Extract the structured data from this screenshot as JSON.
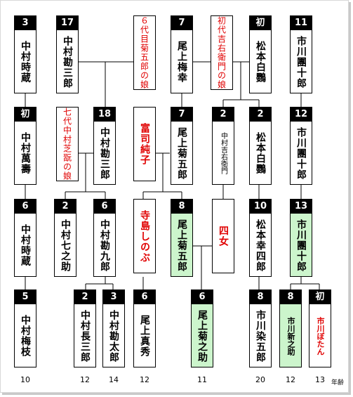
{
  "title": "",
  "people": [
    {
      "id": "p1",
      "gen": "3",
      "name": "中村時蔵"
    },
    {
      "id": "p2",
      "gen": "17",
      "name": "中村勘三郎"
    },
    {
      "id": "p3",
      "gen": "",
      "name": "６代目菊五郎の娘",
      "red": true
    },
    {
      "id": "p4",
      "gen": "7",
      "name": "尾上梅幸"
    },
    {
      "id": "p5",
      "gen": "",
      "name": "初代吉右衛門の娘",
      "red": true
    },
    {
      "id": "p6",
      "gen": "初",
      "name": "松本白鸚"
    },
    {
      "id": "p7",
      "gen": "11",
      "name": "市川團十郎"
    },
    {
      "id": "p8",
      "gen": "初",
      "name": "中村萬壽"
    },
    {
      "id": "p9",
      "gen": "",
      "name": "七代中村芝翫の娘",
      "red": true
    },
    {
      "id": "p10",
      "gen": "18",
      "name": "中村勘三郎"
    },
    {
      "id": "p11",
      "gen": "",
      "name": "富司純子",
      "red": true
    },
    {
      "id": "p12",
      "gen": "7",
      "name": "尾上菊五郎"
    },
    {
      "id": "p13",
      "gen": "2",
      "name": "中村吉右衛門"
    },
    {
      "id": "p14",
      "gen": "2",
      "name": "松本白鸚"
    },
    {
      "id": "p15",
      "gen": "12",
      "name": "市川團十郎"
    },
    {
      "id": "p16",
      "gen": "6",
      "name": "中村時蔵"
    },
    {
      "id": "p17",
      "gen": "2",
      "name": "中村七之助"
    },
    {
      "id": "p18",
      "gen": "6",
      "name": "中村勘九郎"
    },
    {
      "id": "p19",
      "gen": "",
      "name": "寺島しのぶ",
      "red": true
    },
    {
      "id": "p20",
      "gen": "8",
      "name": "尾上菊五郎",
      "hl": true
    },
    {
      "id": "p21",
      "gen": "",
      "name": "四女",
      "red": true
    },
    {
      "id": "p22",
      "gen": "10",
      "name": "松本幸四郎"
    },
    {
      "id": "p23",
      "gen": "13",
      "name": "市川團十郎",
      "hl": true
    },
    {
      "id": "p24",
      "gen": "5",
      "name": "中村梅枝"
    },
    {
      "id": "p25",
      "gen": "2",
      "name": "中村長三郎"
    },
    {
      "id": "p26",
      "gen": "3",
      "name": "中村勘太郎"
    },
    {
      "id": "p27",
      "gen": "6",
      "name": "尾上真秀"
    },
    {
      "id": "p28",
      "gen": "6",
      "name": "尾上菊之助",
      "hl": true
    },
    {
      "id": "p29",
      "gen": "8",
      "name": "市川染五郎"
    },
    {
      "id": "p30",
      "gen": "8",
      "name": "市川新之助",
      "hl": true
    },
    {
      "id": "p31",
      "gen": "初",
      "name": "市川ぼたん",
      "red": true
    }
  ],
  "ages": [
    {
      "id": "a1",
      "value": "10"
    },
    {
      "id": "a2",
      "value": "12"
    },
    {
      "id": "a3",
      "value": "14"
    },
    {
      "id": "a4",
      "value": "12"
    },
    {
      "id": "a5",
      "value": "11"
    },
    {
      "id": "a6",
      "value": "20"
    },
    {
      "id": "a7",
      "value": "12"
    },
    {
      "id": "a8",
      "value": "13"
    }
  ],
  "age_unit": "年齢"
}
